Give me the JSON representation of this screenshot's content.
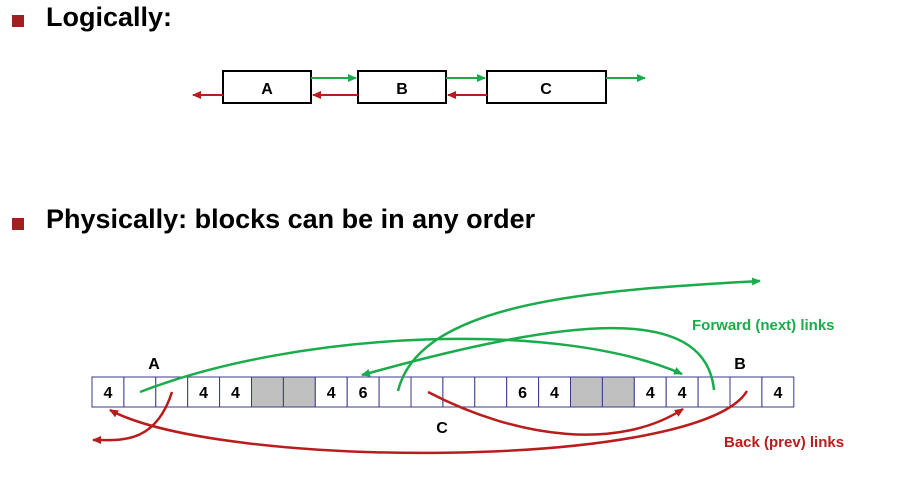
{
  "sections": {
    "logical_title": "Logically:",
    "physical_title": "Physically: blocks can be in any order"
  },
  "logical_blocks": [
    "A",
    "B",
    "C"
  ],
  "heap_cells": [
    "4",
    "",
    "",
    "4",
    "4",
    "",
    "",
    "4",
    "6",
    "",
    "",
    "",
    "",
    "6",
    "4",
    "",
    "",
    "4",
    "4",
    "",
    "",
    "4"
  ],
  "block_labels": {
    "a": "A",
    "b": "B",
    "c": "C"
  },
  "link_labels": {
    "forward": "Forward (next) links",
    "back": "Back (prev) links"
  },
  "colors": {
    "bullet": "#a0201f",
    "forward": "#1aab4b",
    "back": "#b81c1c",
    "shaded": "#c0c0c0",
    "cell_border": "#3a3a8a"
  }
}
